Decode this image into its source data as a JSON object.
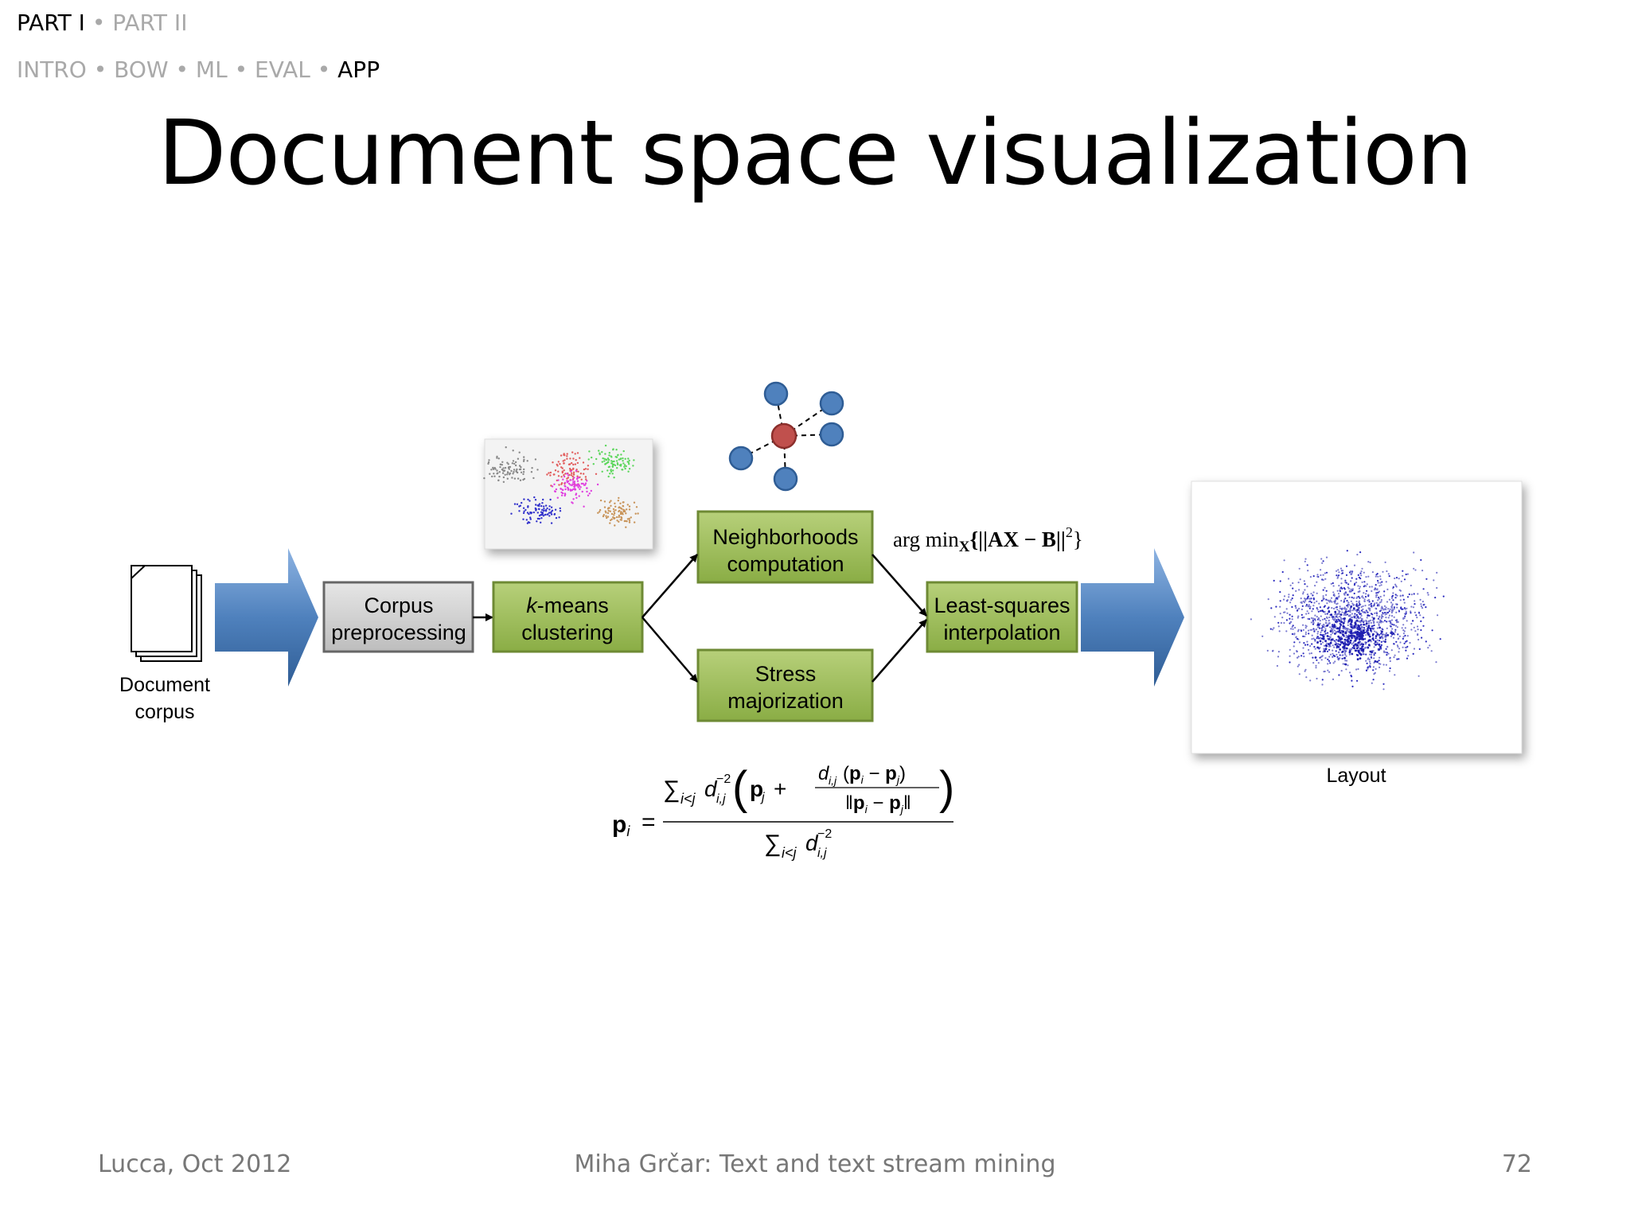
{
  "nav": {
    "parts": [
      {
        "label": "PART I",
        "active": true
      },
      {
        "label": "PART II",
        "active": false
      }
    ],
    "sections": [
      {
        "label": "INTRO",
        "active": false
      },
      {
        "label": "BOW",
        "active": false
      },
      {
        "label": "ML",
        "active": false
      },
      {
        "label": "EVAL",
        "active": false
      },
      {
        "label": "APP",
        "active": true
      }
    ],
    "separator": "•"
  },
  "title": "Document space visualization",
  "diagram": {
    "corpus_label_line1": "Document",
    "corpus_label_line2": "corpus",
    "box_preprocessing_line1": "Corpus",
    "box_preprocessing_line2": "preprocessing",
    "box_kmeans_line1_italic": "k",
    "box_kmeans_line1_rest": "-means",
    "box_kmeans_line2": "clustering",
    "box_neighborhoods_line1": "Neighborhoods",
    "box_neighborhoods_line2": "computation",
    "box_stress_line1": "Stress",
    "box_stress_line2": "majorization",
    "box_leastsquares_line1": "Least-squares",
    "box_leastsquares_line2": "interpolation",
    "layout_label": "Layout",
    "formula_argmin": "arg min",
    "formula_argmin_sub": "X",
    "formula_argmin_body": "{||AX − B||",
    "formula_argmin_sup": "2",
    "formula_argmin_close": "}",
    "formula_pi_lhs": "p",
    "formula_pi_lhs_sub": "i",
    "formula_pi_eq": "="
  },
  "colors": {
    "green_box": "#9bbb59",
    "green_border": "#6e8a34",
    "gray_box": "#c8c8c8",
    "arrow_blue": "#4f81bd",
    "node_blue": "#4f81bd",
    "node_red": "#c0504d"
  },
  "footer": {
    "left": "Lucca, Oct 2012",
    "center": "Miha Grčar: Text and text stream mining",
    "right": "72"
  }
}
